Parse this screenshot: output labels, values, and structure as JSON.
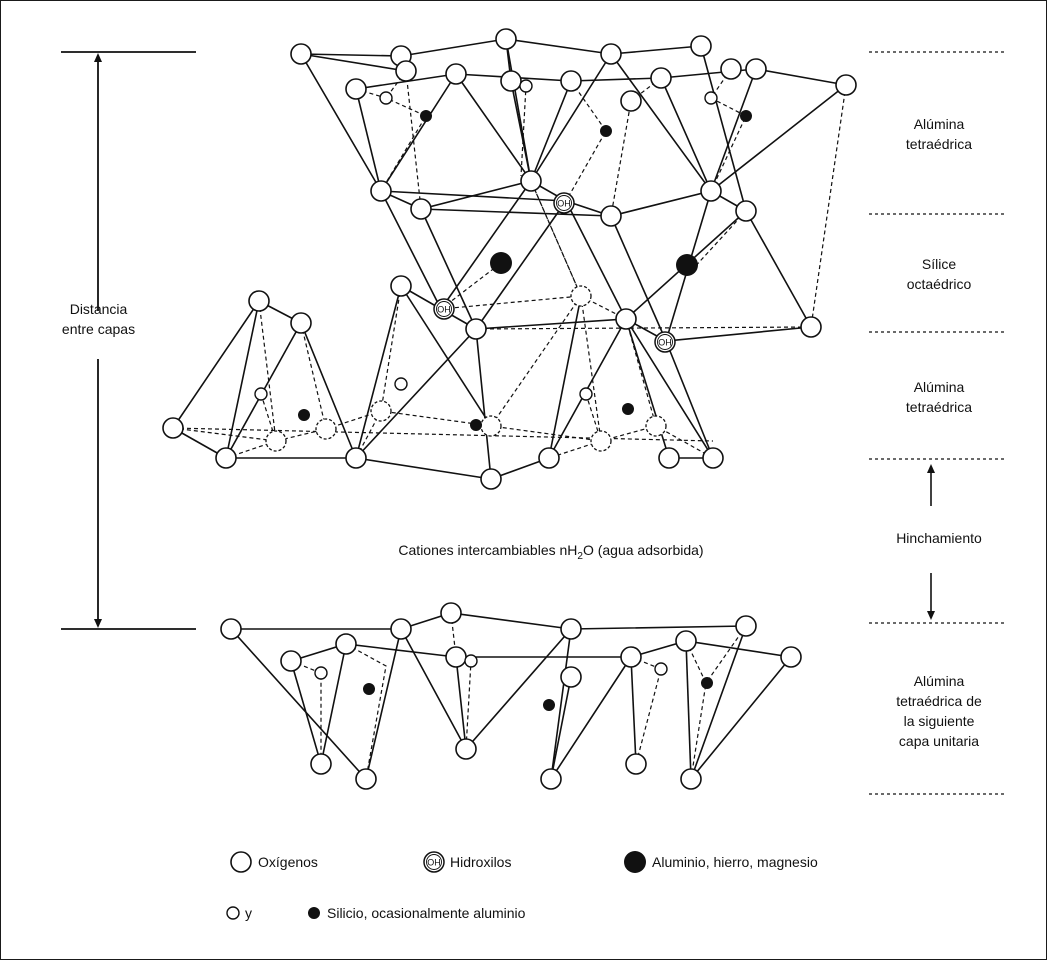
{
  "labels": {
    "distance_line1": "Distancia",
    "distance_line2": "entre capas",
    "layer1_line1": "Alúmina",
    "layer1_line2": "tetraédrica",
    "layer2_line1": "Sílice",
    "layer2_line2": "octaédrico",
    "layer3_line1": "Alúmina",
    "layer3_line2": "tetraédrica",
    "swelling": "Hinchamiento",
    "layer4_line1": "Alúmina",
    "layer4_line2": "tetraédrica de",
    "layer4_line3": "la siguiente",
    "layer4_line4": "capa unitaria",
    "cations_prefix": "Cationes intercambiables nH",
    "cations_sub": "2",
    "cations_suffix": "O (agua adsorbida)",
    "oh": "OH"
  },
  "legend": {
    "oxygens": "Oxígenos",
    "hydroxyls": "Hidroxilos",
    "hydroxyl_symbol": "OH",
    "aluminium": "Aluminio, hierro, magnesio",
    "and": "y",
    "silicon": "Silicio, ocasionalmente aluminio"
  }
}
